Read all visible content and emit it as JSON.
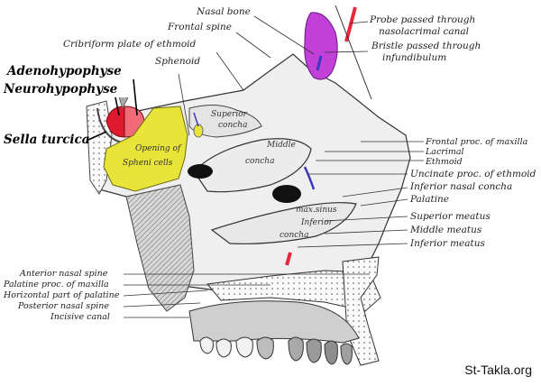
{
  "figure": {
    "colors": {
      "sella_adeno": "#f06a78",
      "sella_neuro": "#e01a2e",
      "sphenoid_sinus": "#e8e43a",
      "frontal_sinus": "#c040d8",
      "probe": "#e8283a",
      "bristle": "#3a3ac0",
      "bone_shade": "#9a9a9a"
    },
    "labels_left_bold": {
      "adenohypophyse": "Adenohypophyse",
      "neurohypophyse": "Neurohypophyse",
      "sella_turcica": "Sella turcica"
    },
    "labels_top": {
      "nasal_bone": "Nasal bone",
      "frontal_spine": "Frontal spine",
      "cribriform_plate": "Cribriform plate of ethmoid",
      "sphenoid": "Sphenoid",
      "probe_line1": "Probe passed through",
      "probe_line2": "nasolacrimal canal",
      "bristle_line1": "Bristle passed through",
      "bristle_line2": "infundibulum"
    },
    "labels_right": {
      "frontal_proc_maxilla": "Frontal proc. of maxilla",
      "lacrimal": "Lacrimal",
      "ethmoid": "Ethmoid",
      "uncinate_proc": "Uncinate proc. of ethmoid",
      "inferior_nasal_concha": "Inferior nasal concha",
      "palatine": "Palatine",
      "superior_meatus": "Superior meatus",
      "middle_meatus": "Middle meatus",
      "inferior_meatus": "Inferior meatus"
    },
    "labels_bottom_left": {
      "anterior_nasal_spine": "Anterior nasal spine",
      "palatine_proc_maxilla": "Palatine proc. of maxilla",
      "horizontal_palatine": "Horizontal part of palatine",
      "posterior_nasal_spine": "Posterior nasal spine",
      "incisive_canal": "Incisive canal"
    },
    "labels_inner": {
      "superior_concha_1": "Superior",
      "superior_concha_2": "concha",
      "middle_concha_1": "Middle",
      "middle_concha_2": "concha",
      "inferior_concha_1": "Inferior",
      "inferior_concha_2": "concha",
      "max_sinus": "max.sinus",
      "sphenoid_opening_1": "Opening of",
      "sphenoid_opening_2": "Spheni cells"
    },
    "watermark": "St-Takla.org"
  }
}
